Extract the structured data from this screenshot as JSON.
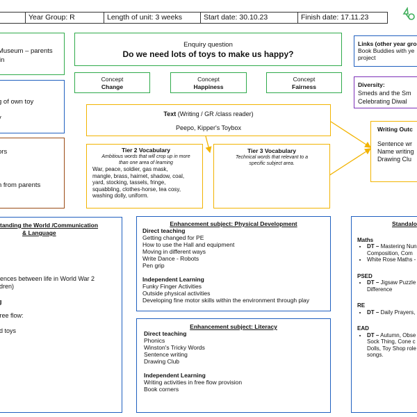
{
  "header": {
    "year_group": "Year Group: R",
    "length": "Length of unit:  3 weeks",
    "start": "Start date: 30.10.23",
    "finish": "Finish date: 17.11.23"
  },
  "left_col": {
    "box1": [
      "Museum – parents",
      "in"
    ],
    "box2": [
      "g of own toy",
      "y"
    ],
    "box3": [
      "ors",
      "n from parents"
    ]
  },
  "enquiry": {
    "label": "Enquiry question",
    "question": "Do we need lots of toys to make us happy?"
  },
  "concepts": [
    {
      "label": "Concept",
      "name": "Change"
    },
    {
      "label": "Concept",
      "name": "Happiness"
    },
    {
      "label": "Concept",
      "name": "Fairness"
    }
  ],
  "links": {
    "title": "Links (other year gro",
    "lines": [
      "Book Buddies with ye",
      "project"
    ]
  },
  "diversity": {
    "title": "Diversity:",
    "lines": [
      "Smeds and the Sm",
      "Celebrating Diwal"
    ]
  },
  "text_box": {
    "title": "Text",
    "subtitle": "(Writing / GR /class reader)",
    "book": "Peepo, Kipper's Toybox"
  },
  "tier2": {
    "title": "Tier 2 Vocabulary",
    "desc": [
      "Ambitious words that will crop up in more",
      "than one area of learning"
    ],
    "words": [
      "War, peace, soldier, gas mask,",
      "mangle, brass, hairnet, shadow, coal,",
      "yard, stocking, tassels, fringe,",
      "squabbling, clothes-horse, tea cosy,",
      "washing dolly, uniform."
    ]
  },
  "tier3": {
    "title": "Tier 3 Vocabulary",
    "desc": [
      "Technical words that relevant to a",
      "specific subject area."
    ]
  },
  "writing_outcome": {
    "title": "Writing Outc",
    "lines": [
      "Sentence wr",
      "Name writing",
      "Drawing Clu"
    ]
  },
  "understanding": {
    "title": [
      "tanding the World /Communication",
      "& Language"
    ],
    "lines": [
      "rences between life in World War 2",
      "ldren)"
    ],
    "heading": "g",
    "free_flow": "free flow:",
    "toys": "ld toys"
  },
  "physical": {
    "title": "Enhancement  subject: Physical Development",
    "direct_heading": "Direct teaching",
    "direct": [
      "Getting changed for PE",
      "How to use the Hall and equipment",
      "Moving in different ways",
      "Write Dance - Robots",
      "Pen grip"
    ],
    "independent_heading": "Independent Learning",
    "independent": [
      "Funky Finger Activities",
      "Outside physical activities",
      "Developing fine motor skills within the environment through play"
    ]
  },
  "literacy": {
    "title": "Enhancement  subject: Literacy",
    "direct_heading": "Direct teaching",
    "direct": [
      "Phonics",
      "Winston's Tricky Words",
      "Sentence writing",
      "Drawing Club"
    ],
    "independent_heading": "Independent Learning",
    "independent": [
      "Writing activities in free flow provision",
      "Book corners"
    ]
  },
  "standalone": {
    "title": "Standalo",
    "maths_h": "Maths",
    "maths": [
      {
        "bold": "DT –",
        "lines": [
          "Mastering Nun",
          "Composition, Com"
        ]
      },
      {
        "bold": "",
        "lines": [
          "White Rose Maths -"
        ]
      }
    ],
    "psed_h": "PSED",
    "psed": [
      {
        "bold": "DT –",
        "lines": [
          "Jigsaw Puzzle 3",
          "Difference"
        ]
      }
    ],
    "re_h": "RE",
    "re": [
      {
        "bold": "DT –",
        "lines": [
          "Daily Prayers, D"
        ]
      }
    ],
    "ead_h": "EAD",
    "ead": [
      {
        "bold": "DT –",
        "lines": [
          "Autumn, Obse",
          "Sock Thing, Cone c",
          "Dolls, Toy Shop role",
          "songs."
        ]
      }
    ]
  },
  "colors": {
    "green": "#2eaa4a",
    "blue": "#1f5fbf",
    "purple": "#7b2fb8",
    "brown": "#9a4a14",
    "yellow": "#f2b300"
  }
}
